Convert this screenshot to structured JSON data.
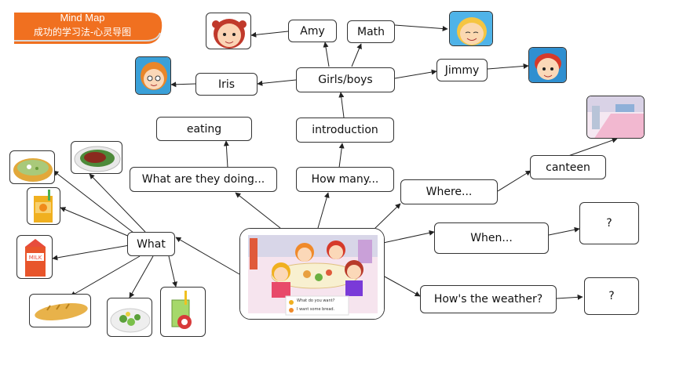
{
  "banner": {
    "title": "Mind Map",
    "subtitle": "成功的学习法-心灵导图",
    "color": "#f07020"
  },
  "nodes": {
    "amy": "Amy",
    "math": "Math",
    "iris": "Iris",
    "girls_boys": "Girls/boys",
    "jimmy": "Jimmy",
    "eating": "eating",
    "introduction": "introduction",
    "what_doing": "What are they doing...",
    "how_many": "How many...",
    "where": "Where...",
    "canteen": "canteen",
    "when": "When...",
    "when_q": "?",
    "weather": "How's the weather?",
    "weather_q": "?",
    "what": "What"
  },
  "center_caption": {
    "line1": "What do you want?",
    "line2": "I want some bread."
  }
}
